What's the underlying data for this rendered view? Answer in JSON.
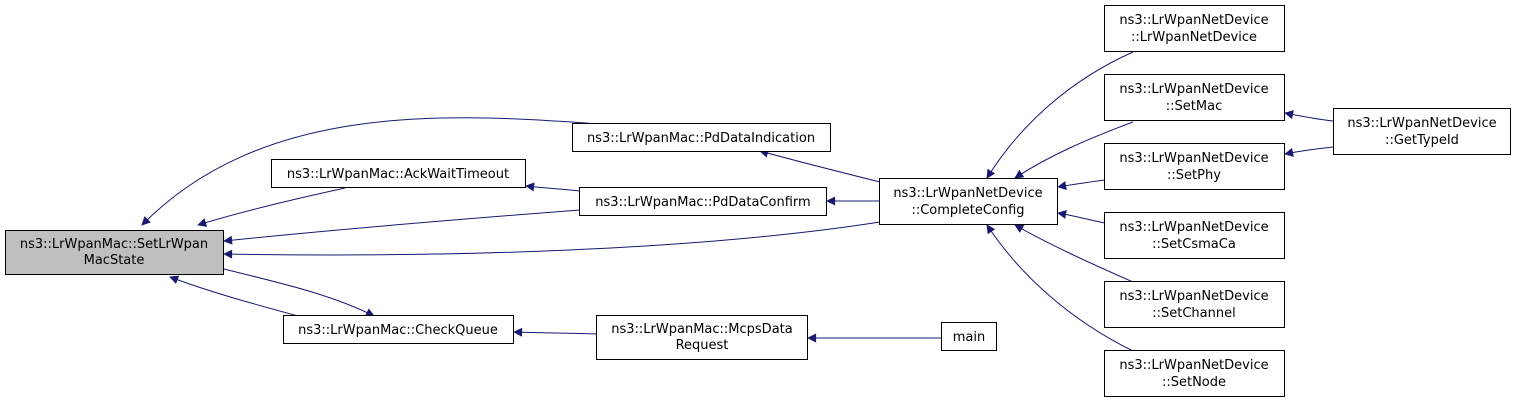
{
  "graph": {
    "edge_color": "#191970",
    "root_fill": "#bfbfbf",
    "nodes": {
      "setlrwpanmacstate": [
        "ns3::LrWpanMac::SetLrWpan",
        "MacState"
      ],
      "ackwaittimeout": [
        "ns3::LrWpanMac::AckWaitTimeout"
      ],
      "pddataindication": [
        "ns3::LrWpanMac::PdDataIndication"
      ],
      "pddataconfirm": [
        "ns3::LrWpanMac::PdDataConfirm"
      ],
      "checkqueue": [
        "ns3::LrWpanMac::CheckQueue"
      ],
      "mcpsdatarequest": [
        "ns3::LrWpanMac::McpsData",
        "Request"
      ],
      "main": [
        "main"
      ],
      "completeconfig": [
        "ns3::LrWpanNetDevice",
        "::CompleteConfig"
      ],
      "lrwpannetdevice": [
        "ns3::LrWpanNetDevice",
        "::LrWpanNetDevice"
      ],
      "setmac": [
        "ns3::LrWpanNetDevice",
        "::SetMac"
      ],
      "setphy": [
        "ns3::LrWpanNetDevice",
        "::SetPhy"
      ],
      "setcsmaca": [
        "ns3::LrWpanNetDevice",
        "::SetCsmaCa"
      ],
      "setchannel": [
        "ns3::LrWpanNetDevice",
        "::SetChannel"
      ],
      "setnode": [
        "ns3::LrWpanNetDevice",
        "::SetNode"
      ],
      "gettypeid": [
        "ns3::LrWpanNetDevice",
        "::GetTypeId"
      ]
    }
  }
}
